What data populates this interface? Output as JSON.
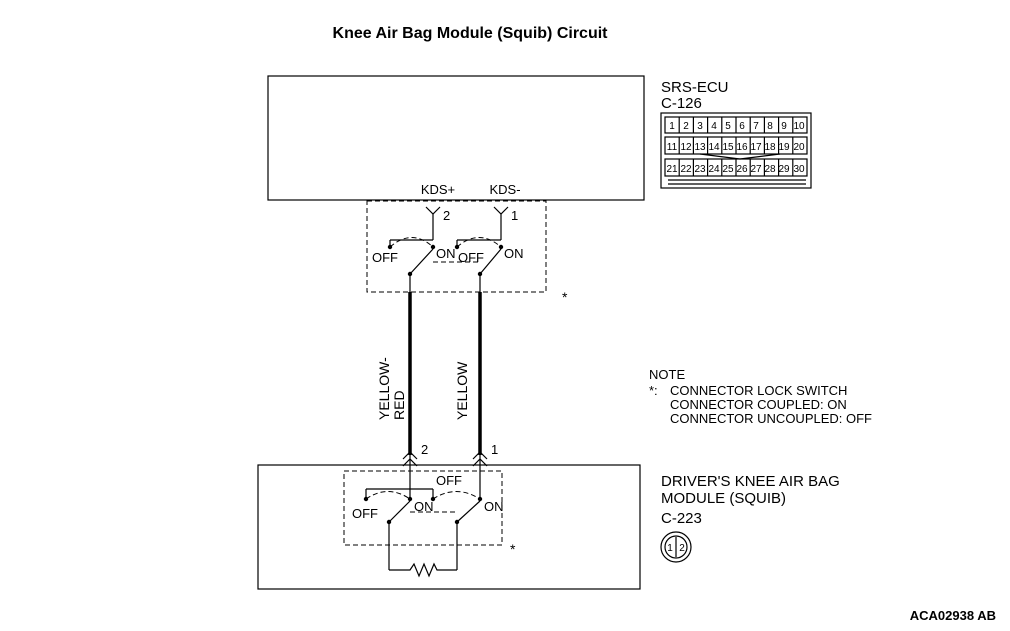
{
  "title": "Knee Air Bag Module (Squib) Circuit",
  "ecu": {
    "name": "SRS-ECU",
    "connector": "C-126",
    "pins_row1": [
      "1",
      "2",
      "3",
      "4",
      "5",
      "6",
      "7",
      "8",
      "9",
      "10"
    ],
    "pins_row2": [
      "11",
      "12",
      "13",
      "14",
      "15",
      "16",
      "17",
      "18",
      "19",
      "20"
    ],
    "pins_row3": [
      "21",
      "22",
      "23",
      "24",
      "25",
      "26",
      "27",
      "28",
      "29",
      "30"
    ],
    "terminal_plus": "KDS+",
    "terminal_minus": "KDS-"
  },
  "upper_switch": {
    "pin_a": "2",
    "pin_b": "1",
    "off_a": "OFF",
    "on_a": "ON",
    "off_b": "OFF",
    "on_b": "ON",
    "marker": "*"
  },
  "wires": {
    "wire_a": "YELLOW-",
    "wire_a2": "RED",
    "wire_b": "YELLOW"
  },
  "lower_switch": {
    "pin_a": "2",
    "pin_b": "1",
    "off_top": "OFF",
    "off_left": "OFF",
    "on_a": "ON",
    "on_b": "ON",
    "marker": "*"
  },
  "module": {
    "line1": "DRIVER'S KNEE AIR BAG",
    "line2": "MODULE (SQUIB)",
    "connector": "C-223",
    "pin1": "1",
    "pin2": "2"
  },
  "note": {
    "heading": "NOTE",
    "marker": "*:",
    "line1": "CONNECTOR LOCK SWITCH",
    "line2": "CONNECTOR COUPLED: ON",
    "line3": "CONNECTOR UNCOUPLED: OFF"
  },
  "figure_id": "ACA02938 AB"
}
